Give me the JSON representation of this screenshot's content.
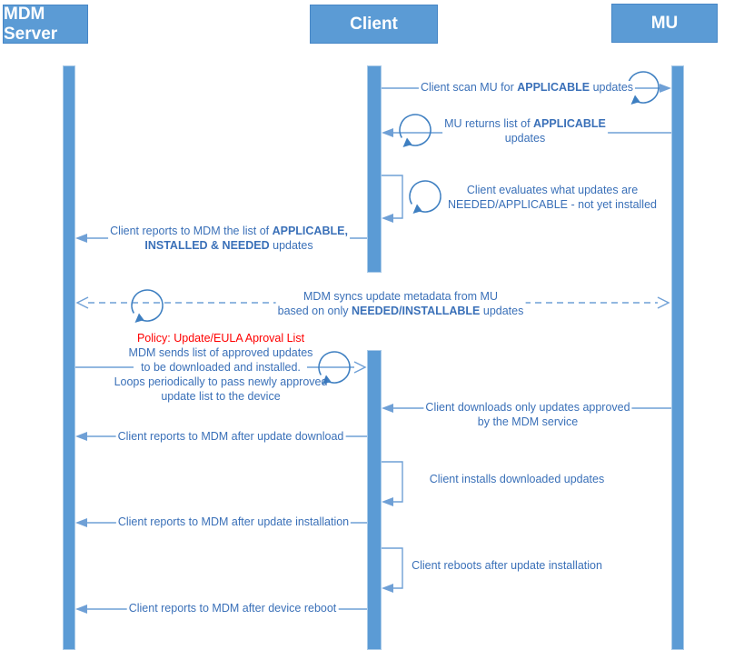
{
  "diagram_type": "sequence-diagram",
  "colors": {
    "shape_fill": "#5b9bd5",
    "line": "#6fa0d6",
    "loop_icon": "#3e7fc1",
    "label_text": "#3a70b8",
    "policy_text": "#ff0000"
  },
  "actors": [
    {
      "label": "MDM Server"
    },
    {
      "label": "Client"
    },
    {
      "label": "MU"
    }
  ],
  "messages": [
    {
      "lines": [
        [
          {
            "t": "Client scan MU for "
          },
          {
            "t": "APPLICABLE",
            "b": true
          },
          {
            "t": " updates"
          }
        ]
      ]
    },
    {
      "lines": [
        [
          {
            "t": "MU returns list of "
          },
          {
            "t": "APPLICABLE",
            "b": true
          }
        ],
        [
          {
            "t": "updates"
          }
        ]
      ]
    },
    {
      "lines": [
        [
          {
            "t": "Client evaluates what updates are"
          }
        ],
        [
          {
            "t": "NEEDED/APPLICABLE - not yet installed"
          }
        ]
      ]
    },
    {
      "lines": [
        [
          {
            "t": "Client reports to MDM the list of "
          },
          {
            "t": "APPLICABLE,",
            "b": true
          }
        ],
        [
          {
            "t": "INSTALLED & NEEDED",
            "b": true
          },
          {
            "t": " updates"
          }
        ]
      ]
    },
    {
      "lines": [
        [
          {
            "t": "MDM syncs update metadata from MU"
          }
        ],
        [
          {
            "t": "based on only "
          },
          {
            "t": "NEEDED/INSTALLABLE",
            "b": true
          },
          {
            "t": " updates"
          }
        ]
      ]
    },
    {
      "policy_title": "Policy: Update/EULA Aproval List",
      "lines": [
        [
          {
            "t": "MDM sends list of approved updates"
          }
        ],
        [
          {
            "t": "to be downloaded and installed."
          }
        ],
        [
          {
            "t": "Loops periodically to pass newly approved"
          }
        ],
        [
          {
            "t": "update list to the device"
          }
        ]
      ]
    },
    {
      "lines": [
        [
          {
            "t": "Client downloads only updates approved"
          }
        ],
        [
          {
            "t": "by the MDM service"
          }
        ]
      ]
    },
    {
      "lines": [
        [
          {
            "t": "Client reports to MDM after update download"
          }
        ]
      ]
    },
    {
      "lines": [
        [
          {
            "t": "Client installs downloaded updates"
          }
        ]
      ]
    },
    {
      "lines": [
        [
          {
            "t": "Client reports to MDM after update installation"
          }
        ]
      ]
    },
    {
      "lines": [
        [
          {
            "t": "Client reboots after update installation"
          }
        ]
      ]
    },
    {
      "lines": [
        [
          {
            "t": "Client reports to MDM after device reboot"
          }
        ]
      ]
    }
  ]
}
